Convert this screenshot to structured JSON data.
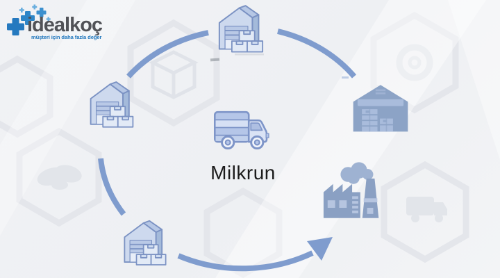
{
  "logo": {
    "brand": "idealkoç",
    "tagline": "müşteri için daha fazla değer",
    "mark": "blue-plus-cluster-icon"
  },
  "diagram": {
    "center_label": "Milkrun",
    "center_icon": "delivery-truck",
    "flow": {
      "shape": "circle",
      "direction": "counterclockwise",
      "arrowhead": "bottom-right-pointing-to-factory"
    },
    "nodes": [
      {
        "position": "top",
        "icon": "warehouse-with-boxes"
      },
      {
        "position": "right",
        "icon": "warehouse-storage-solid"
      },
      {
        "position": "bottom-right",
        "icon": "factory-with-chimney"
      },
      {
        "position": "bottom-left",
        "icon": "warehouse-with-boxes"
      },
      {
        "position": "left",
        "icon": "warehouse-with-boxes"
      }
    ],
    "background_watermarks": [
      "hexagon-outline",
      "gear-icon",
      "cube-icon",
      "handshake-icon",
      "truck-icon"
    ]
  },
  "colors": {
    "background": "#f0f1f4",
    "arc_blue": "#7f9cce",
    "icon_outline": "#7b92c3",
    "icon_fill_light": "#cdd9ee",
    "icon_solid_blue": "#8ca3c6",
    "logo_blue": "#2278bd",
    "logo_gray": "#515257",
    "label_text": "#1b1b1b"
  }
}
